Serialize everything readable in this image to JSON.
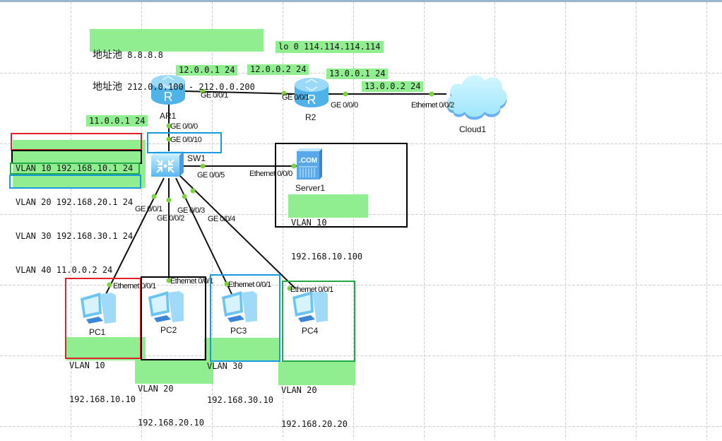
{
  "app": {
    "canvas": "eNSP topology canvas"
  },
  "colors": {
    "note_bg": "#90ee90",
    "port_dot": "#7ed23f",
    "link": "#111111",
    "frame_red": "#e0202a",
    "frame_black": "#000000",
    "frame_green": "#22aa44",
    "frame_blue": "#1a9be0",
    "device_blue": "#7ecff5"
  },
  "devices": {
    "ar1": {
      "name": "AR1",
      "type": "router-icon"
    },
    "r2": {
      "name": "R2",
      "type": "router-icon"
    },
    "cloud1": {
      "name": "Cloud1",
      "type": "cloud-icon"
    },
    "sw1": {
      "name": "SW1",
      "type": "switch-icon"
    },
    "server1": {
      "name": "Server1",
      "type": "server-icon",
      "icon_text": ".COM"
    },
    "pc1": {
      "name": "PC1",
      "type": "pc-icon"
    },
    "pc2": {
      "name": "PC2",
      "type": "pc-icon"
    },
    "pc3": {
      "name": "PC3",
      "type": "pc-icon"
    },
    "pc4": {
      "name": "PC4",
      "type": "pc-icon"
    }
  },
  "ports": {
    "ar1_ge001": "GE 0/0/1",
    "r2_ge001": "GE 0/0/1",
    "r2_ge000": "GE 0/0/0",
    "cloud_eth002": "Ethernet 0/0/2",
    "ar1_ge000": "GE 0/0/0",
    "sw1_ge0010": "GE 0/0/10",
    "sw1_ge005": "GE 0/0/5",
    "server_eth000": "Ethernet 0/0/0",
    "sw1_ge001": "GE 0/0/1",
    "sw1_ge002": "GE 0/0/2",
    "sw1_ge003": "GE 0/0/3",
    "sw1_ge004": "GE 0/0/4",
    "pc1_eth001": "Ethernet 0/0/1",
    "pc2_eth001": "Ethernet 0/0/1",
    "pc3_eth001": "Ethernet 0/0/1",
    "pc4_eth001": "Ethernet 0/0/1"
  },
  "notes": {
    "address_pool": {
      "label": "地址池",
      "line1": "8.8.8.8",
      "line2": "212.0.0.100 - 212.0.0.200"
    },
    "loopback": "lo 0 114.114.114.114",
    "ar1_ge001_ip": "12.0.0.1 24",
    "r2_ge001_ip": "12.0.0.2 24",
    "r2_ge000_ip": "13.0.0.1 24",
    "cloud_ip": "13.0.0.2 24",
    "ar1_ge000_ip": "11.0.0.1 24",
    "sw1_vlanif": [
      "VLAN 10 192.168.10.1 24",
      "VLAN 20 192.168.20.1 24",
      "VLAN 30 192.168.30.1 24",
      "VLAN 40 11.0.0.2 24"
    ],
    "server1": {
      "vlan": "VLAN 10",
      "ip": "192.168.10.100"
    },
    "pc1": {
      "vlan": "VLAN 10",
      "ip": "192.168.10.10"
    },
    "pc2": {
      "vlan": "VLAN 20",
      "ip": "192.168.20.10"
    },
    "pc3": {
      "vlan": "VLAN 30",
      "ip": "192.168.30.10"
    },
    "pc4": {
      "vlan": "VLAN 20",
      "ip": "192.168.20.20"
    }
  }
}
